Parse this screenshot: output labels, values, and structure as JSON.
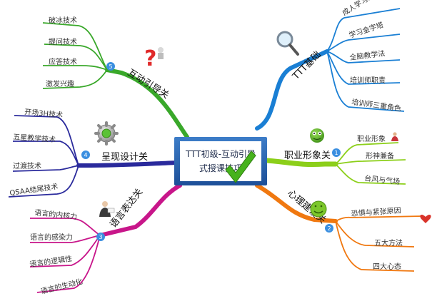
{
  "center": {
    "title_line1": "TTT初级-互动引导",
    "title_line2": "式授课技巧",
    "icon": "green-checkmark-icon"
  },
  "colors": {
    "blue": "#1a7fd4",
    "green": "#8ccf1a",
    "orange": "#f07810",
    "magenta": "#c8168a",
    "navy": "#2a2a9c",
    "leaf_green": "#39a82a"
  },
  "branches": {
    "ttt": {
      "label": "TTT基础",
      "icon": "magnifier-icon",
      "items": [
        "成人学习的特点",
        "学习金字塔",
        "全脑教学法",
        "培训师职责",
        "培训师三重角色"
      ]
    },
    "image": {
      "label": "职业形象关",
      "badge": "1",
      "icon": "green-face-icon",
      "items": [
        "职业形象",
        "形神兼备",
        "台风与气场"
      ]
    },
    "psych": {
      "label": "心理建设关",
      "badge": "2",
      "icon": "smiley-icon",
      "items": [
        "恐惧与紧张原因",
        "五大方法",
        "四大心态"
      ]
    },
    "language": {
      "label": "语言表达关",
      "badge": "3",
      "icon": "speaker-icon",
      "items": [
        "语言的内核力",
        "语言的感染力",
        "语言的逻辑性",
        "语言的生动化"
      ]
    },
    "design": {
      "label": "呈现设计关",
      "badge": "4",
      "icon": "gear-icon",
      "items": [
        "开场3H技术",
        "五星教学技术",
        "过渡技术",
        "QSAA结尾技术"
      ]
    },
    "interact": {
      "label": "互动引导关",
      "badge": "5",
      "icon": "question-mark-icon",
      "items": [
        "破冰技术",
        "提问技术",
        "应答技术",
        "激发兴趣"
      ]
    }
  }
}
